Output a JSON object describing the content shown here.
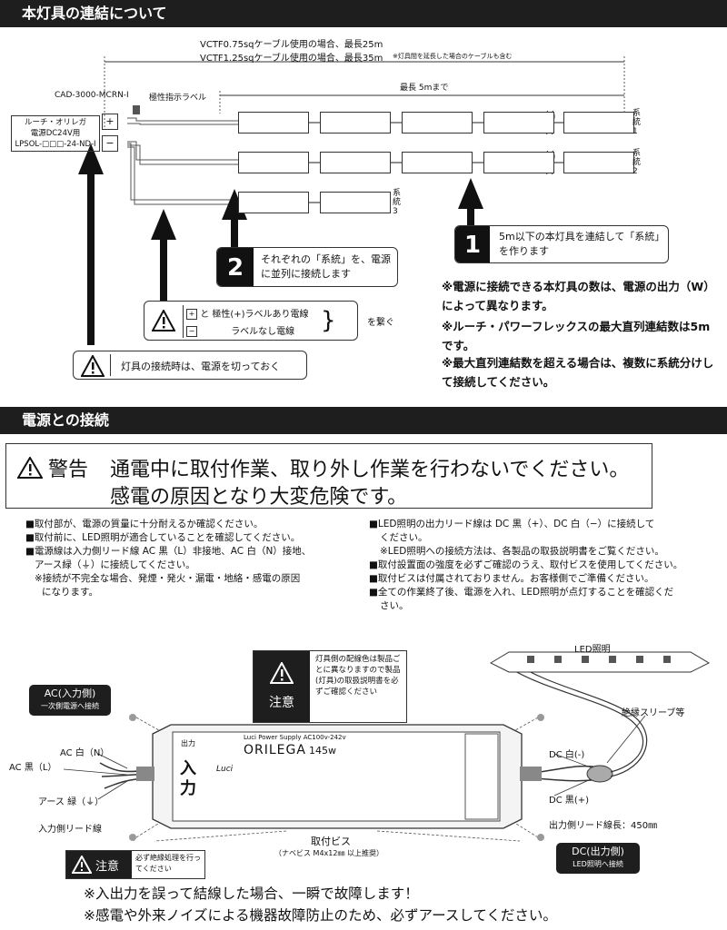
{
  "section1": {
    "title": "本灯具の連結について"
  },
  "diagram1": {
    "cable_spec_1": "VCTF0.75sqケーブル使用の場合、最長25m",
    "cable_spec_2": "VCTF1.25sqケーブル使用の場合、最長35m",
    "cable_spec_note": "※灯具間を延長した場合のケーブルも含む",
    "cad_label": "CAD-3000-MCRN-I",
    "polarity_label": "極性指示ラベル",
    "max_length": "最長 5mまで",
    "psu_line1": "ルーチ・オリレガ",
    "psu_line2": "電源DC24V用",
    "psu_line3": "LPSOL-□□□-24-ND-I",
    "plus": "+",
    "minus": "−",
    "system1": "系統1",
    "system2": "系統2",
    "system3": "系統3",
    "step1_num": "1",
    "step1_text": "5m以下の本灯具を連結して「系統」を作ります",
    "step2_num": "2",
    "step2_text": "それぞれの「系統」を、電源に並列に接続します",
    "wire_line1_prefix": "と 極性(+)ラベルあり電線",
    "wire_line2": "ラベルなし電線",
    "wire_connect": "を繋ぐ",
    "warn_power_off": "灯具の接続時は、電源を切っておく",
    "note1": "※電源に接続できる本灯具の数は、電源の出力（W）によって異なります。",
    "note2": "※ルーチ・パワーフレックスの最大直列連結数は5mです。",
    "note3": "※最大直列連結数を超える場合は、複数に系統分けして接続してください。"
  },
  "section2": {
    "title": "電源との接続"
  },
  "warning": {
    "label": "警告",
    "line1": "通電中に取付作業、取り外し作業を行わないでください。",
    "line2": "感電の原因となり大変危険です。"
  },
  "bullets_left": [
    "■取付部が、電源の質量に十分耐えるか確認ください。",
    "■取付前に、LED照明が適合していることを確認してください。",
    "■電源線は入力側リード線 AC 黒（L）非接地、AC 白（N）接地、",
    "アース緑（⏚）に接続してください。",
    "※接続が不完全な場合、発煙・発火・漏電・地絡・感電の原因",
    "になります。"
  ],
  "bullets_right": [
    "■LED照明の出力リード線は DC 黒（+）、DC 白（−）に接続して",
    "ください。",
    "※LED照明への接続方法は、各製品の取扱説明書をご覧ください。",
    "■取付設置面の強度を必ずご確認のうえ、取付ビスを使用してください。",
    "■取付ビスは付属されておりません。お客様側でご準備ください。",
    "■全ての作業終了後、電源を入れ、LED照明が点灯することを確認くだ",
    "さい。"
  ],
  "diagram2": {
    "caution_title": "注意",
    "caution_text": "灯具側の配線色は製品ごとに異なりますので製品(灯具)の取扱説明書を必ずご確認ください",
    "led_label": "LED照明",
    "sleeve_label": "絶縁スリーブ等",
    "ac_input_title": "AC(入力側)",
    "ac_input_sub": "一次側電源へ接続",
    "ac_white": "AC 白（N）",
    "ac_black": "AC 黒（L）",
    "earth": "アース 緑（⏚）",
    "input_lead": "入力側リード線",
    "dc_white": "DC 白(-)",
    "dc_black": "DC 黒(+)",
    "output_lead": "出力側リード線長：450㎜",
    "screw_label": "取付ビス",
    "screw_sub": "（ナベビス M4x12㎜ 以上推奨）",
    "dc_output_title": "DC(出力側)",
    "dc_output_sub": "LED照明へ接続",
    "psu_brand": "ORILEGA",
    "psu_watt": "145w",
    "psu_luci": "Luci",
    "psu_header": "Luci Power Supply   AC100v-242v",
    "psu_in": "入力",
    "psu_out": "出力",
    "must_insulate_title": "注意",
    "must_insulate_text": "必ず絶縁処理を行ってください"
  },
  "footer": {
    "line1": "※入出力を誤って結線した場合、一瞬で故障します！",
    "line2": "※感電や外来ノイズによる機器故障防止のため、必ずアースしてください。"
  }
}
